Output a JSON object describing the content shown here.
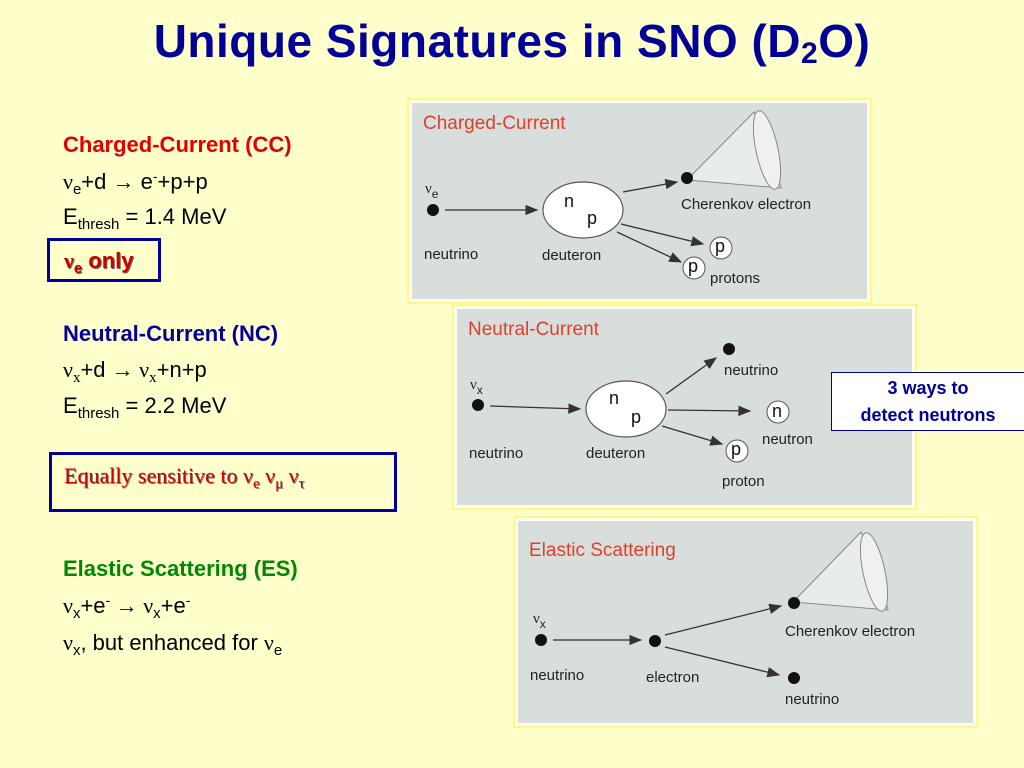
{
  "title": {
    "main": "Unique Signatures in SNO (D",
    "sub": "2",
    "end": "O)"
  },
  "cc": {
    "heading": "Charged-Current (CC)",
    "nu": "ν",
    "nu_sub": "e",
    "rx_a": "+d ",
    "arrow": "→",
    "rx_b": " e",
    "rx_sup": "-",
    "rx_c": "+p+p",
    "e": "E",
    "e_sub": "thresh",
    "e_val": " = 1.4 MeV",
    "only_nu": "ν",
    "only_sub": "e",
    "only_text": " only"
  },
  "nc": {
    "heading": "Neutral-Current (NC)",
    "nu": "ν",
    "nu_sub": "x",
    "rx_a": "+d ",
    "arrow": "→",
    "rx_nu": " ν",
    "rx_sub": "x",
    "rx_c": "+n+p",
    "e": "E",
    "e_sub": "thresh",
    "e_val": " = 2.2 MeV",
    "eq_text": "Equally sensitive to ",
    "eq_nu1": "ν",
    "eq_s1": "e",
    "eq_nu2": " ν",
    "eq_s2": "μ",
    "eq_nu3": "  ν",
    "eq_s3": "τ"
  },
  "es": {
    "heading": "Elastic Scattering (ES)",
    "nu": "ν",
    "nu_sub": "x",
    "rx_a": "+e",
    "rx_sup": "-",
    "arrow": " → ",
    "rx_nu": "ν",
    "rx_sub": "x",
    "rx_b": "+e",
    "rx_sup2": "-",
    "l3_nu": "ν",
    "l3_sub": "x",
    "l3_text": ", but enhanced for ",
    "l3_nu2": "ν",
    "l3_sub2": "e"
  },
  "panel_cc": {
    "title": "Charged-Current",
    "nu": "ν",
    "nu_sub": "e",
    "neutrino": "neutrino",
    "deuteron": "deuteron",
    "n": "n",
    "p": "p",
    "cherenkov": "Cherenkov electron",
    "p1": "p",
    "p2": "p",
    "protons": "protons"
  },
  "panel_nc": {
    "title": "Neutral-Current",
    "nu": "ν",
    "nu_sub": "x",
    "neutrino_in": "neutrino",
    "deuteron": "deuteron",
    "n": "n",
    "p": "p",
    "neutrino_out": "neutrino",
    "n_out": "n",
    "neutron": "neutron",
    "p_out": "p",
    "proton": "proton"
  },
  "panel_es": {
    "title": "Elastic Scattering",
    "nu": "ν",
    "nu_sub": "x",
    "neutrino_in": "neutrino",
    "electron": "electron",
    "cherenkov": "Cherenkov electron",
    "neutrino_out": "neutrino"
  },
  "callout": {
    "line1": "3 ways to",
    "line2": "detect neutrons"
  },
  "colors": {
    "title": "#000099",
    "cc_heading": "#e00000",
    "nc_heading": "#000099",
    "es_heading": "#008800",
    "panel_title": "#e0402a",
    "background": "#ffffcc"
  }
}
